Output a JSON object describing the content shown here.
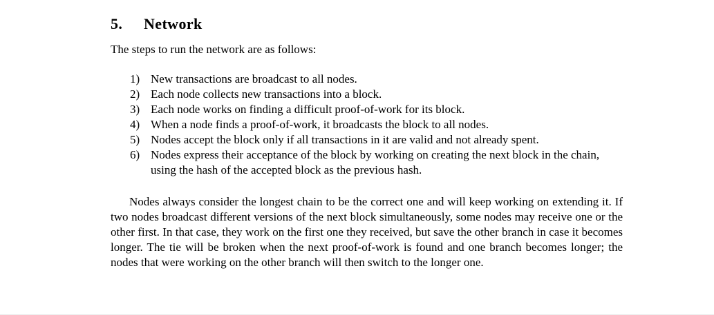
{
  "page": {
    "background_color": "#ffffff",
    "text_color": "#000000",
    "bottom_rule_color": "#ececec"
  },
  "section": {
    "number": "5.",
    "title": "Network"
  },
  "intro": "The steps to run the network are as follows:",
  "steps": [
    {
      "number": "1)",
      "text": "New transactions are broadcast to all nodes."
    },
    {
      "number": "2)",
      "text": "Each node collects new transactions into a block."
    },
    {
      "number": "3)",
      "text": "Each node works on finding a difficult proof-of-work for its block."
    },
    {
      "number": "4)",
      "text": "When a node finds a proof-of-work, it broadcasts the block to all nodes."
    },
    {
      "number": "5)",
      "text": "Nodes accept the block only if all transactions in it are valid and not already spent."
    },
    {
      "number": "6)",
      "text": "Nodes express their acceptance of the block by working on creating the next block in the chain, using the hash of the accepted block as the previous hash."
    }
  ],
  "paragraph": "Nodes always consider the longest chain to be the correct one and will keep working on extending it.  If two nodes broadcast different versions of the next block simultaneously, some nodes may receive one or the other first.  In that case, they work on the first one they received, but save the other branch in case it becomes longer.  The tie will be broken when the next proof-of-work is found and one branch becomes longer; the nodes that were working on the other branch will then switch to the longer one."
}
